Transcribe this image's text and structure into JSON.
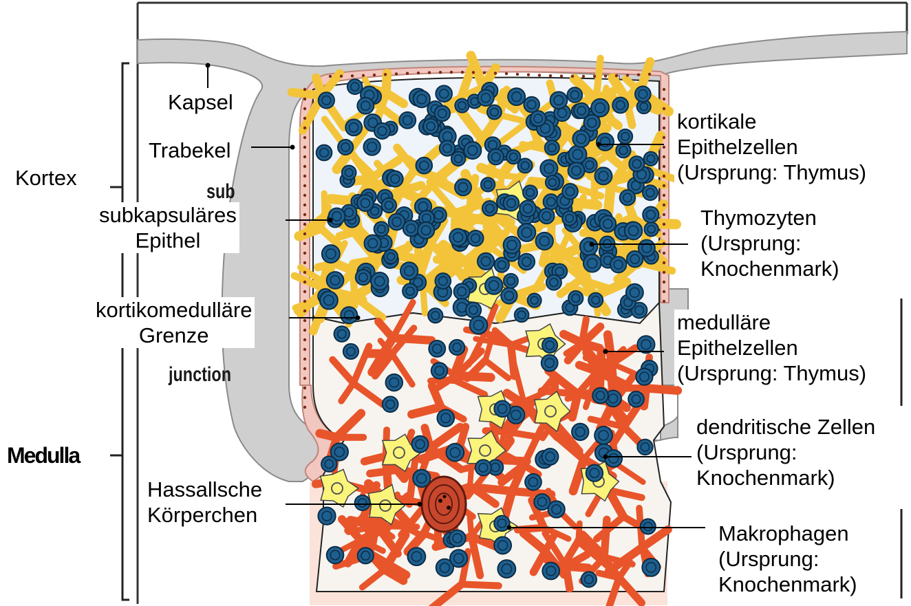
{
  "colors": {
    "capsule": "#cfcfcf",
    "capsule_edge": "#8a8a8a",
    "subcapsular_cells": "#f2c7bf",
    "cortex_epithelium": "#f3c43a",
    "medulla_epithelium": "#e8552a",
    "thymocyte": "#1d5f8f",
    "thymocyte_dark": "#0d2c45",
    "macrophage": "#fbf47a",
    "hassall_corpuscle": "#c8472c",
    "background_tissue": "#fbe3da"
  },
  "regions": {
    "cortex": "Kortex",
    "medulla": "Medulla",
    "junction_underlay": "junction",
    "sub_underlay": "sub"
  },
  "labels": {
    "kapsel": "Kapsel",
    "trabekel": "Trabekel",
    "subkapsulaeres_epithel": "subkapsuläres\nEpithel",
    "kortikomedullaere_grenze": "kortikomedulläre\nGrenze",
    "hassallsche_koerperchen": "Hassallsche\nKörperchen",
    "kortikale_epithelzellen": "kortikale\nEpithelzellen\n(Ursprung: Thymus)",
    "thymozyten": "Thymozyten\n(Ursprung:\nKnochenmark)",
    "medullaere_epithelzellen": "medulläre\nEpithelzellen\n(Ursprung: Thymus)",
    "dendritische_zellen": "dendritische Zellen\n(Ursprung:\nKnochenmark)",
    "makrophagen": "Makrophagen\n(Ursprung:\n Knochenmark)"
  }
}
